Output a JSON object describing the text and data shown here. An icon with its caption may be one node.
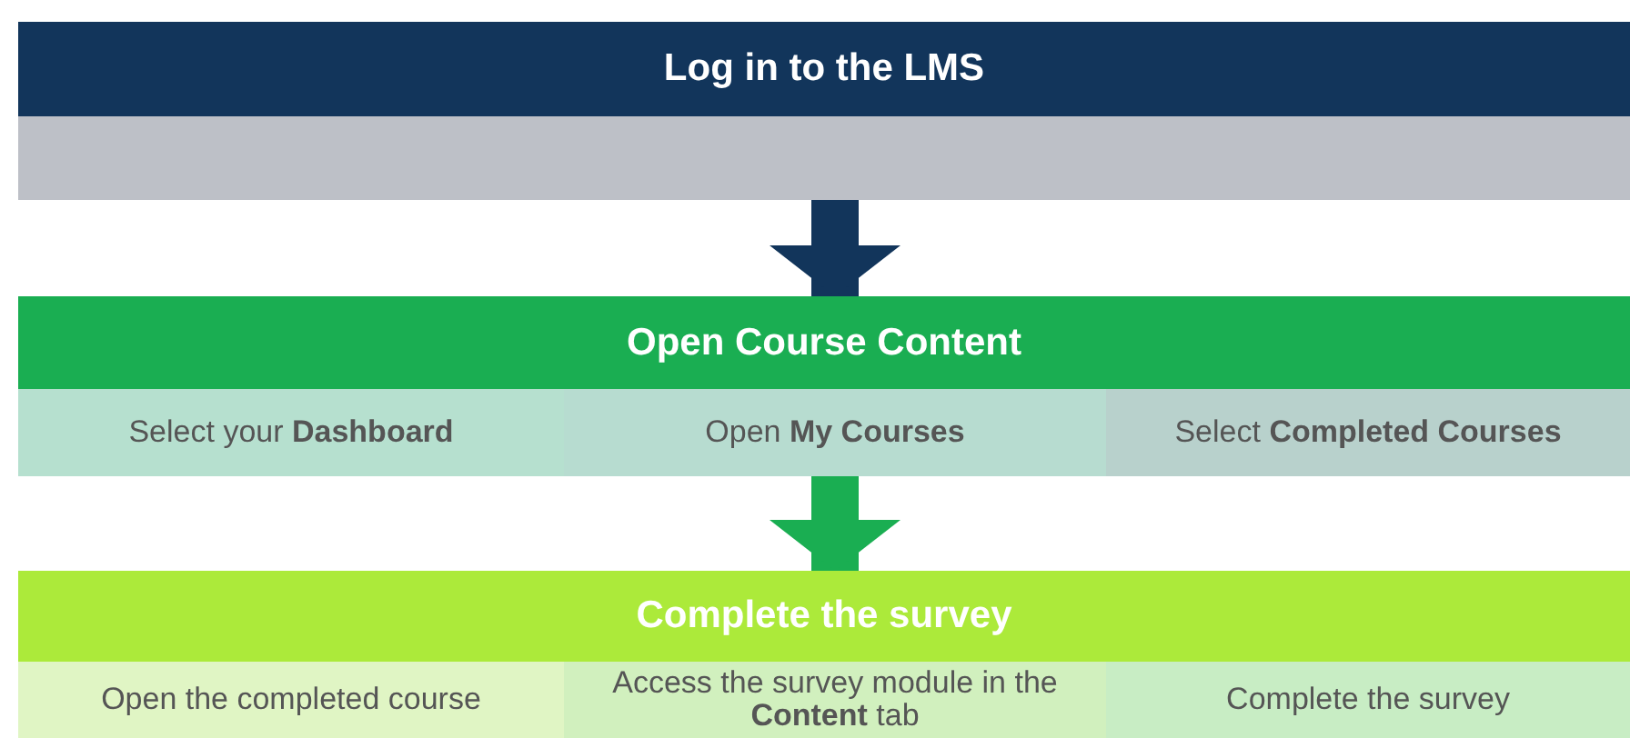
{
  "diagram": {
    "nodes": [
      {
        "text": [
          "Log in to the LMS"
        ]
      },
      {
        "text": [],
        "shape": "box"
      },
      {
        "text": [
          "Open Course Content"
        ]
      },
      {
        "text": [
          "Select your **Dashboard**"
        ]
      },
      {
        "text": [
          "Open **My Courses**"
        ]
      },
      {
        "text": [
          "Select **Completed Courses**"
        ]
      },
      {
        "text": [
          "Complete the survey"
        ]
      },
      {
        "text": [
          "Open the completed course"
        ]
      },
      {
        "text": [
          "Access the survey module in the **Content** tab"
        ]
      },
      {
        "text": [
          "Complete the survey"
        ]
      }
    ],
    "edges": [
      {
        "from": 1,
        "to": 2,
        "arrow": "to",
        "color": "#12355b"
      },
      {
        "from": 4,
        "to": 6,
        "arrow": "to",
        "color": "#1aae52"
      }
    ]
  }
}
